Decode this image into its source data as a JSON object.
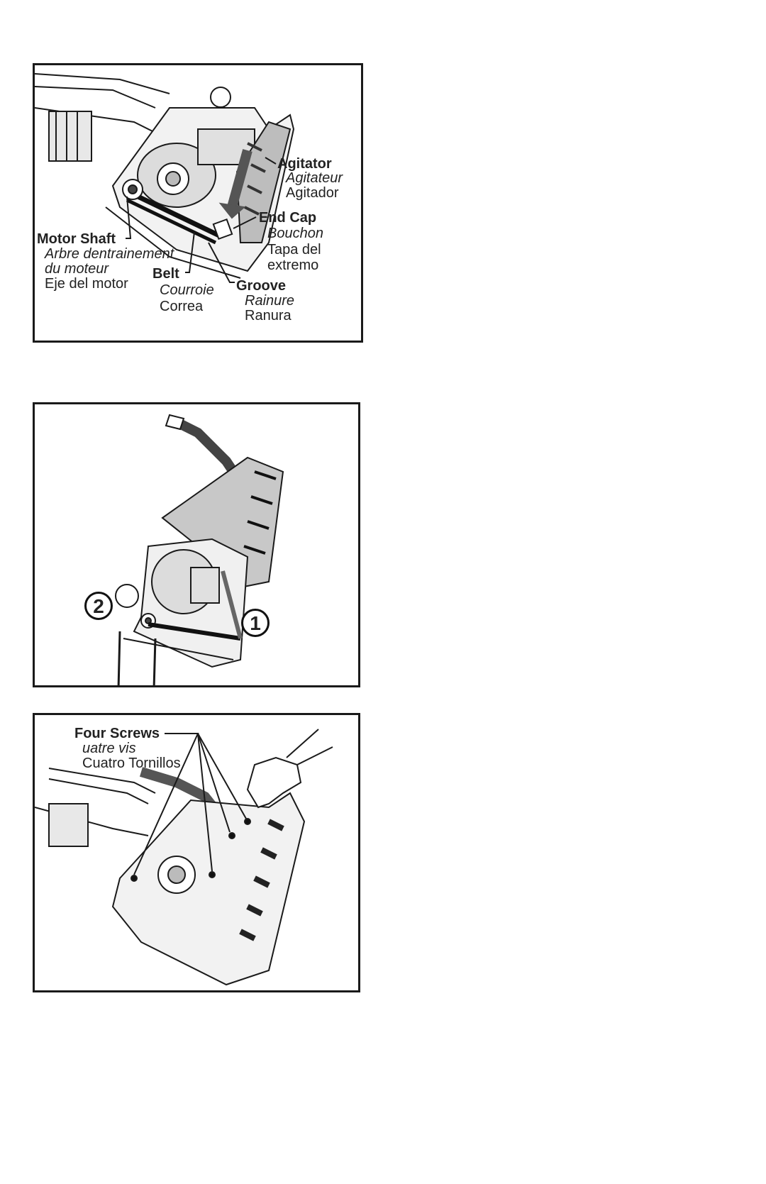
{
  "panel1": {
    "agitator": {
      "en": "Agitator",
      "fr": "Agitateur",
      "es": "Agitador"
    },
    "end_cap": {
      "en": "End Cap",
      "fr": "Bouchon",
      "es1": "Tapa del",
      "es2": "extremo"
    },
    "motor_shaft": {
      "en": "Motor Shaft",
      "fr1": "Arbre dentrainement",
      "fr2": "du moteur",
      "es": "Eje del motor"
    },
    "belt": {
      "en": "Belt",
      "fr": "Courroie",
      "es": "Correa"
    },
    "groove": {
      "en": "Groove",
      "fr": "Rainure",
      "es": "Ranura"
    }
  },
  "panel2": {
    "step1": "1",
    "step2": "2"
  },
  "panel3": {
    "four_screws": {
      "en": "Four Screws",
      "fr": "uatre vis",
      "es": "Cuatro Tornillos"
    }
  }
}
